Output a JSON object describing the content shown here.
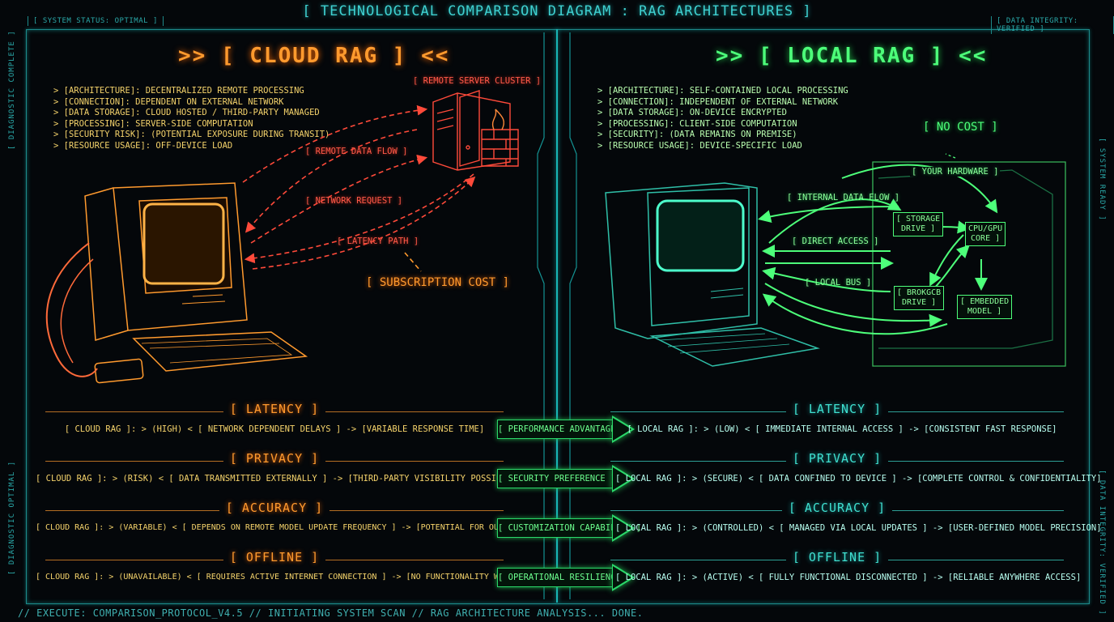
{
  "header": {
    "title": "[ TECHNOLOGICAL COMPARISON DIAGRAM : RAG ARCHITECTURES ]",
    "system_status": "[ SYSTEM STATUS: OPTIMAL ]",
    "data_integrity": "[ DATA INTEGRITY: VERIFIED ]"
  },
  "side_labels": {
    "left_top": "[ DIAGNOSTIC COMPLETE ]",
    "left_bottom": "[ DIAGNOSTIC OPTIMAL ]",
    "right_top": "[ SYSTEM READY ]",
    "right_bottom": "[ DATA INTEGRITY: VERIFIED ]"
  },
  "cloud": {
    "title": ">> [ CLOUD RAG ] <<",
    "specs": [
      "> [ARCHITECTURE]: DECENTRALIZED REMOTE PROCESSING",
      "> [CONNECTION]: DEPENDENT ON EXTERNAL NETWORK",
      "> [DATA STORAGE]: CLOUD HOSTED / THIRD-PARTY MANAGED",
      "> [PROCESSING]: SERVER-SIDE COMPUTATION",
      "> [SECURITY RISK]: (POTENTIAL EXPOSURE DURING TRANSIT)",
      "> [RESOURCE USAGE]: OFF-DEVICE LOAD"
    ],
    "server_label": "[ REMOTE SERVER CLUSTER ]",
    "flow_labels": [
      "[ REMOTE DATA FLOW ]",
      "[ NETWORK REQUEST ]",
      "[ LATENCY PATH ]"
    ],
    "cost_label": "[ SUBSCRIPTION COST ]"
  },
  "local": {
    "title": ">> [ LOCAL RAG ] <<",
    "specs": [
      "> [ARCHITECTURE]: SELF-CONTAINED LOCAL PROCESSING",
      "> [CONNECTION]: INDEPENDENT OF EXTERNAL NETWORK",
      "> [DATA STORAGE]: ON-DEVICE ENCRYPTED",
      "> [PROCESSING]: CLIENT-SIDE COMPUTATION",
      "> [SECURITY]: (DATA REMAINS ON PREMISE)",
      "> [RESOURCE USAGE]: DEVICE-SPECIFIC LOAD"
    ],
    "cost_label": "[ NO COST ]",
    "hardware_label": "[ YOUR HARDWARE ]",
    "flow_labels": [
      "[ INTERNAL DATA FLOW ]",
      "[ DIRECT ACCESS ]",
      "[ LOCAL BUS ]"
    ],
    "components": {
      "storage": "[ STORAGE\nDRIVE ]",
      "cpu": "CPU/GPU\nCORE ]",
      "broken": "[ BROKGCB\nDRIVE ]",
      "embedded": "[ EMBEDDED\nMODEL ]"
    }
  },
  "comparison": [
    {
      "category": "[ LATENCY ]",
      "cloud": "[ CLOUD RAG ]: > (HIGH) < [ NETWORK DEPENDENT DELAYS ] -> [VARIABLE RESPONSE TIME]",
      "advantage": "[ PERFORMANCE ADVANTAGE ]",
      "local": "[ LOCAL RAG ]: > (LOW) < [ IMMEDIATE INTERNAL ACCESS ] -> [CONSISTENT FAST RESPONSE]"
    },
    {
      "category": "[ PRIVACY ]",
      "cloud": "[ CLOUD RAG ]: > (RISK) < [ DATA TRANSMITTED EXTERNALLY ] -> [THIRD-PARTY VISIBILITY POSSIBLE]",
      "advantage": "[ SECURITY PREFERENCE ]",
      "local": "[ LOCAL RAG ]: > (SECURE) < [ DATA CONFINED TO DEVICE ] -> [COMPLETE CONTROL & CONFIDENTIALITY]"
    },
    {
      "category": "[ ACCURACY ]",
      "cloud": "[ CLOUD RAG ]: > (VARIABLE) < [ DEPENDS ON REMOTE MODEL UPDATE FREQUENCY ] -> [POTENTIAL FOR OUTDATED INFO]",
      "advantage": "[ CUSTOMIZATION CAPABILITY ]",
      "local": "[ LOCAL RAG ]: > (CONTROLLED) < [ MANAGED VIA LOCAL UPDATES ] -> [USER-DEFINED MODEL PRECISION]"
    },
    {
      "category": "[ OFFLINE ]",
      "cloud": "[ CLOUD RAG ]: > (UNAVAILABLE) < [ REQUIRES ACTIVE INTERNET CONNECTION ] -> [NO FUNCTIONALITY WITHOUT NET]",
      "advantage": "[ OPERATIONAL RESILIENCE ]",
      "local": "[ LOCAL RAG ]: > (ACTIVE) < [ FULLY FUNCTIONAL DISCONNECTED ] -> [RELIABLE ANYWHERE ACCESS]"
    }
  ],
  "footer": {
    "command": "// EXECUTE: COMPARISON_PROTOCOL_V4.5 // INITIATING SYSTEM SCAN // RAG ARCHITECTURE ANALYSIS... DONE."
  },
  "colors": {
    "cloud_accent": "#ff9a2e",
    "cloud_flow": "#ff4a3a",
    "local_accent": "#4dff7a",
    "frame": "#1d8a8a"
  }
}
